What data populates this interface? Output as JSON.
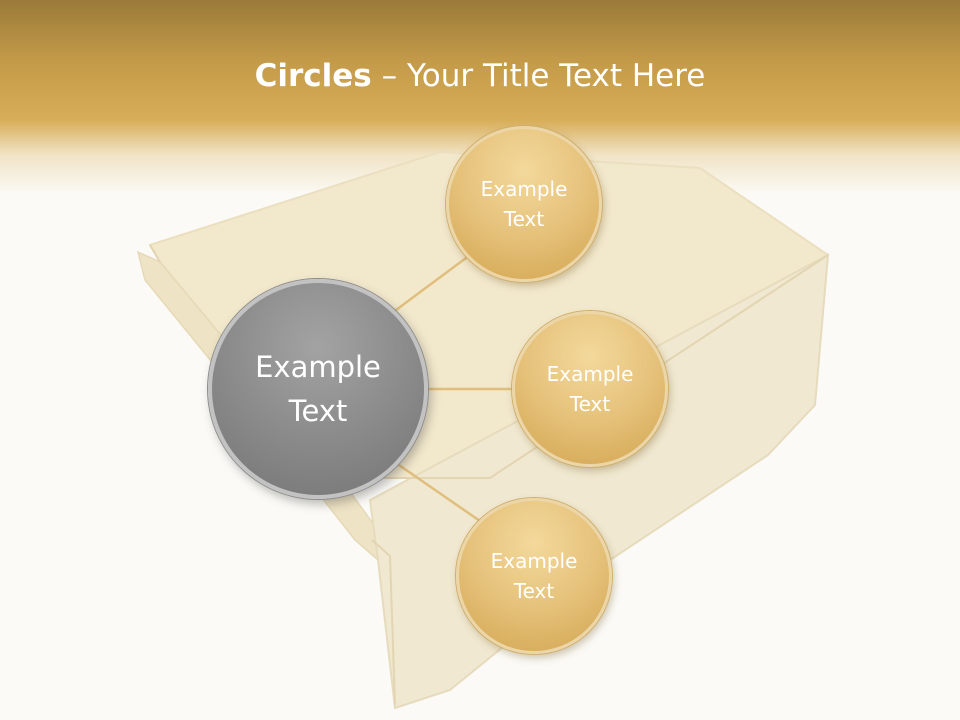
{
  "slide": {
    "title_bold": "Circles",
    "title_rest": " – Your Title Text Here"
  },
  "diagram": {
    "center": {
      "label": "Example Text"
    },
    "nodes": [
      {
        "label": "Example Text"
      },
      {
        "label": "Example Text"
      },
      {
        "label": "Example Text"
      }
    ]
  },
  "colors": {
    "header_gold": "#d8ad58",
    "circle_gold": "#e7c47e",
    "circle_gray": "#8b8b8b",
    "connector": "#e0bf7e",
    "box": "#efe5c9"
  }
}
